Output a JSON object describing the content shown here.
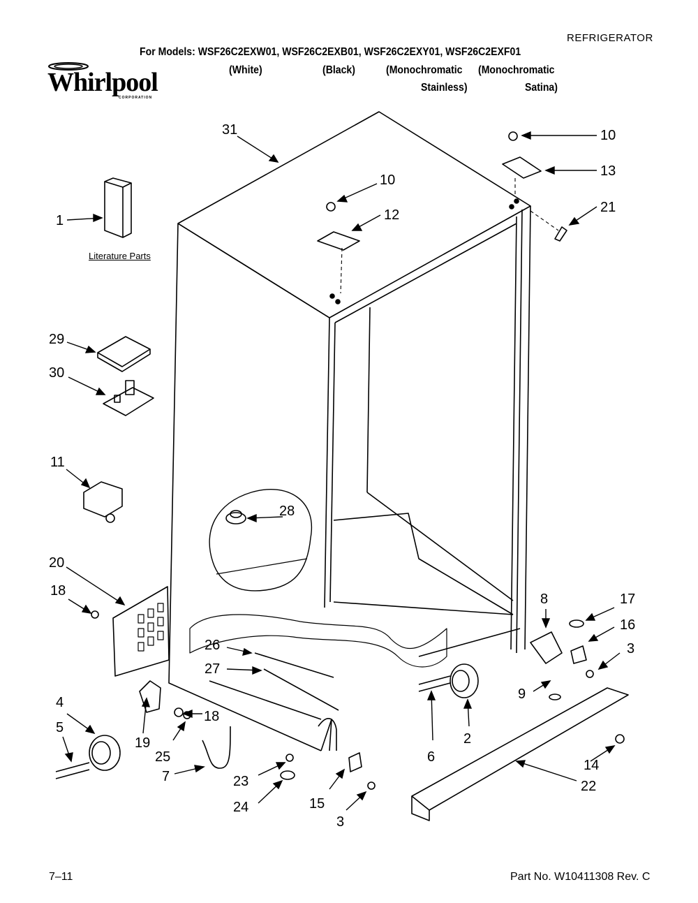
{
  "header": {
    "category": "REFRIGERATOR",
    "models_line": "For Models: WSF26C2EXW01, WSF26C2EXB01, WSF26C2EXY01, WSF26C2EXF01",
    "finish_row1": [
      "(White)",
      "(Black)",
      "(Monochromatic",
      "(Monochromatic"
    ],
    "finish_row2": [
      "Stainless)",
      "Satina)"
    ]
  },
  "brand": {
    "name": "Whirlpool",
    "sub": "CORPORATION"
  },
  "literature_label": "Literature Parts",
  "callouts": {
    "c31": "31",
    "c10a": "10",
    "c13": "13",
    "c21": "21",
    "c10b": "10",
    "c12": "12",
    "c1": "1",
    "c29": "29",
    "c30": "30",
    "c11": "11",
    "c28": "28",
    "c20": "20",
    "c18a": "18",
    "c26": "26",
    "c27": "27",
    "c8": "8",
    "c17": "17",
    "c16": "16",
    "c3a": "3",
    "c9": "9",
    "c4": "4",
    "c5": "5",
    "c19": "19",
    "c18b": "18",
    "c25": "25",
    "c7": "7",
    "c23": "23",
    "c24": "24",
    "c15": "15",
    "c3b": "3",
    "c6": "6",
    "c2": "2",
    "c14": "14",
    "c22": "22"
  },
  "footer": {
    "left": "7–11",
    "right": "Part No. W10411308 Rev. C"
  }
}
